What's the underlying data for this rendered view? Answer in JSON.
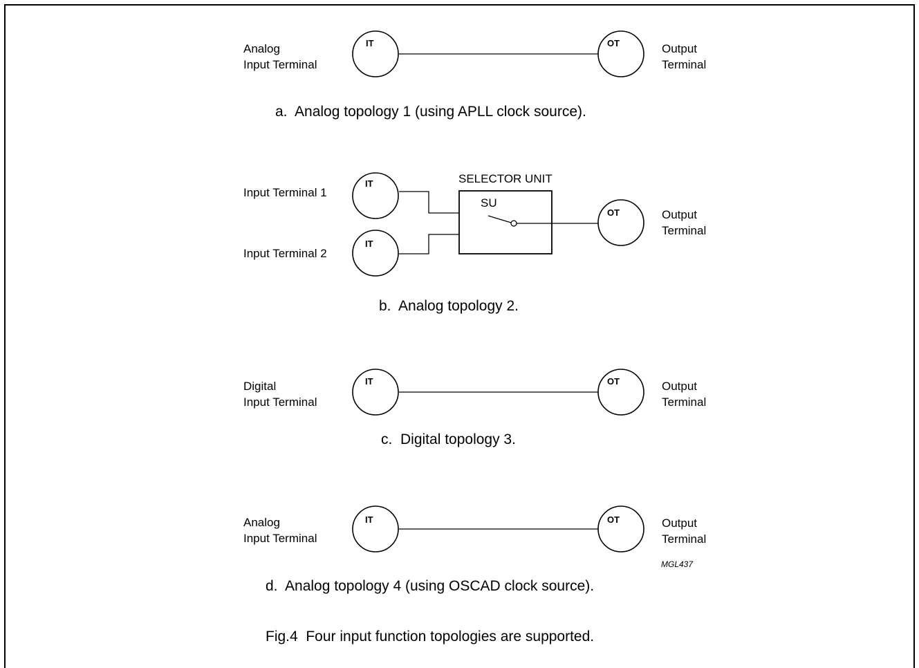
{
  "figure": {
    "caption": "Fig.4  Four input function topologies are supported.",
    "code": "MGL437"
  },
  "node_labels": {
    "it": "IT",
    "ot": "OT",
    "su": "SU"
  },
  "topology_a": {
    "input_line1": "Analog",
    "input_line2": "Input Terminal",
    "output_line1": "Output",
    "output_line2": "Terminal",
    "caption": "a.  Analog topology 1 (using APLL clock source)."
  },
  "topology_b": {
    "input1": "Input Terminal 1",
    "input2": "Input Terminal 2",
    "selector_title": "SELECTOR UNIT",
    "output_line1": "Output",
    "output_line2": "Terminal",
    "caption": "b.  Analog topology 2."
  },
  "topology_c": {
    "input_line1": "Digital",
    "input_line2": "Input Terminal",
    "output_line1": "Output",
    "output_line2": "Terminal",
    "caption": "c.  Digital topology 3."
  },
  "topology_d": {
    "input_line1": "Analog",
    "input_line2": "Input Terminal",
    "output_line1": "Output",
    "output_line2": "Terminal",
    "caption": "d.  Analog topology 4 (using OSCAD clock source)."
  }
}
